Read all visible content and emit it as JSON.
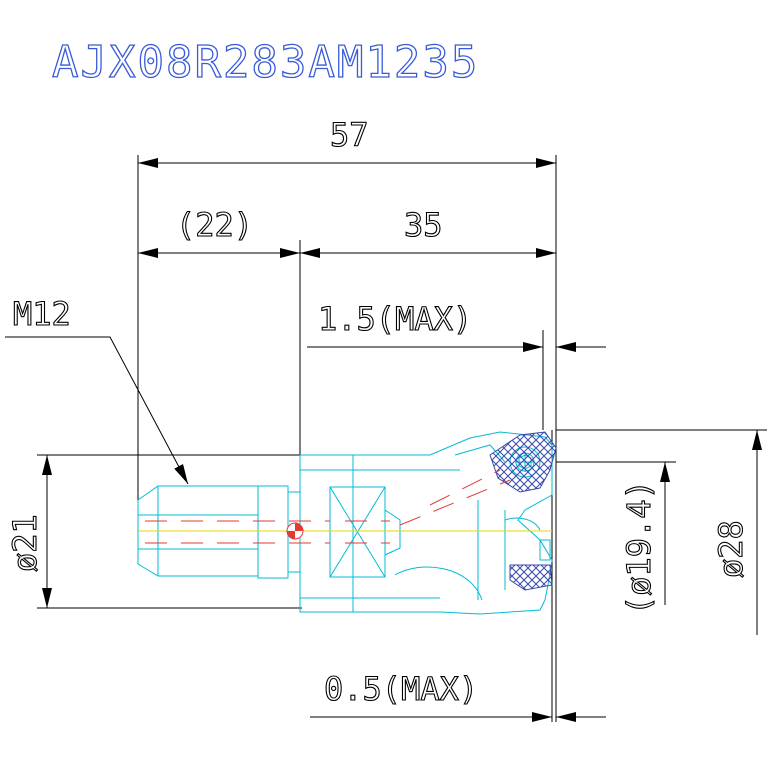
{
  "title": "AJX08R283AM1235",
  "colors": {
    "title": "#3a5bd9",
    "dimension": "#000000",
    "outline": "#00bcd4",
    "centerline": "#e6d800",
    "hidden": "#e53935",
    "insert_hatch": "#3949ab"
  },
  "labels": {
    "thread": "M12",
    "overall_length": "57",
    "shank_length": "(22)",
    "head_length": "35",
    "overhang_max": "1.5(MAX)",
    "offset_max": "0.5(MAX)",
    "shank_diameter": "ø21",
    "inner_diameter": "(ø19.4)",
    "cutting_diameter": "ø28"
  }
}
